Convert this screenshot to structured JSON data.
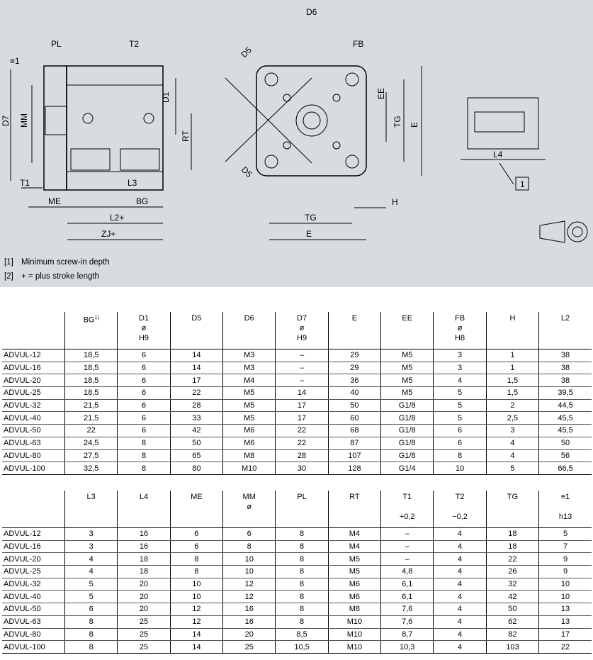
{
  "drawing_labels": {
    "side": [
      "PL",
      "T2",
      "≡1",
      "D1",
      "D7",
      "MM",
      "RT",
      "T1",
      "L3",
      "ME",
      "BG",
      "L2+",
      "ZJ+"
    ],
    "front": [
      "D6",
      "FB",
      "D5",
      "EE",
      "TG",
      "E",
      "D5",
      "H",
      "TG",
      "E"
    ],
    "detail": [
      "L4",
      "1"
    ]
  },
  "notes": [
    {
      "num": "[1]",
      "text": "Minimum screw-in depth"
    },
    {
      "num": "[2]",
      "text": "+ = plus stroke length"
    }
  ],
  "table1": {
    "headers": [
      {
        "name": "",
        "sub1": "",
        "sub2": ""
      },
      {
        "name": "BG",
        "sup": "1)",
        "sub1": "",
        "sub2": ""
      },
      {
        "name": "D1",
        "sub1": "ø",
        "sub2": "H9"
      },
      {
        "name": "D5",
        "sub1": "",
        "sub2": ""
      },
      {
        "name": "D6",
        "sub1": "",
        "sub2": ""
      },
      {
        "name": "D7",
        "sub1": "ø",
        "sub2": "H9"
      },
      {
        "name": "E",
        "sub1": "",
        "sub2": ""
      },
      {
        "name": "EE",
        "sub1": "",
        "sub2": ""
      },
      {
        "name": "FB",
        "sub1": "ø",
        "sub2": "H8"
      },
      {
        "name": "H",
        "sub1": "",
        "sub2": ""
      },
      {
        "name": "L2",
        "sub1": "",
        "sub2": ""
      }
    ],
    "rows": [
      [
        "ADVUL-12",
        "18,5",
        "6",
        "14",
        "M3",
        "–",
        "29",
        "M5",
        "3",
        "1",
        "38"
      ],
      [
        "ADVUL-16",
        "18,5",
        "6",
        "14",
        "M3",
        "–",
        "29",
        "M5",
        "3",
        "1",
        "38"
      ],
      [
        "ADVUL-20",
        "18,5",
        "6",
        "17",
        "M4",
        "–",
        "36",
        "M5",
        "4",
        "1,5",
        "38"
      ],
      [
        "ADVUL-25",
        "18,5",
        "6",
        "22",
        "M5",
        "14",
        "40",
        "M5",
        "5",
        "1,5",
        "39,5"
      ],
      [
        "ADVUL-32",
        "21,5",
        "6",
        "28",
        "M5",
        "17",
        "50",
        "G1/8",
        "5",
        "2",
        "44,5"
      ],
      [
        "ADVUL-40",
        "21,5",
        "6",
        "33",
        "M5",
        "17",
        "60",
        "G1/8",
        "5",
        "2,5",
        "45,5"
      ],
      [
        "ADVUL-50",
        "22",
        "6",
        "42",
        "M6",
        "22",
        "68",
        "G1/8",
        "6",
        "3",
        "45,5"
      ],
      [
        "ADVUL-63",
        "24,5",
        "8",
        "50",
        "M6",
        "22",
        "87",
        "G1/8",
        "6",
        "4",
        "50"
      ],
      [
        "ADVUL-80",
        "27,5",
        "8",
        "65",
        "M8",
        "28",
        "107",
        "G1/8",
        "8",
        "4",
        "56"
      ],
      [
        "ADVUL-100",
        "32,5",
        "8",
        "80",
        "M10",
        "30",
        "128",
        "G1/4",
        "10",
        "5",
        "66,5"
      ]
    ]
  },
  "table2": {
    "headers": [
      {
        "name": "",
        "sub1": "",
        "sub2": ""
      },
      {
        "name": "L3",
        "sub1": "",
        "sub2": ""
      },
      {
        "name": "L4",
        "sub1": "",
        "sub2": ""
      },
      {
        "name": "ME",
        "sub1": "",
        "sub2": ""
      },
      {
        "name": "MM",
        "sub1": "ø",
        "sub2": ""
      },
      {
        "name": "PL",
        "sub1": "",
        "sub2": ""
      },
      {
        "name": "RT",
        "sub1": "",
        "sub2": ""
      },
      {
        "name": "T1",
        "sub1": "",
        "sub2": "+0,2"
      },
      {
        "name": "T2",
        "sub1": "",
        "sub2": "−0,2"
      },
      {
        "name": "TG",
        "sub1": "",
        "sub2": ""
      },
      {
        "name": "≡1",
        "sub1": "",
        "sub2": "h13"
      }
    ],
    "rows": [
      [
        "ADVUL-12",
        "3",
        "16",
        "6",
        "6",
        "8",
        "M4",
        "–",
        "4",
        "18",
        "5"
      ],
      [
        "ADVUL-16",
        "3",
        "16",
        "6",
        "8",
        "8",
        "M4",
        "–",
        "4",
        "18",
        "7"
      ],
      [
        "ADVUL-20",
        "4",
        "18",
        "8",
        "10",
        "8",
        "M5",
        "–",
        "4",
        "22",
        "9"
      ],
      [
        "ADVUL-25",
        "4",
        "18",
        "8",
        "10",
        "8",
        "M5",
        "4,8",
        "4",
        "26",
        "9"
      ],
      [
        "ADVUL-32",
        "5",
        "20",
        "10",
        "12",
        "8",
        "M6",
        "6,1",
        "4",
        "32",
        "10"
      ],
      [
        "ADVUL-40",
        "5",
        "20",
        "10",
        "12",
        "8",
        "M6",
        "6,1",
        "4",
        "42",
        "10"
      ],
      [
        "ADVUL-50",
        "6",
        "20",
        "12",
        "16",
        "8",
        "M8",
        "7,6",
        "4",
        "50",
        "13"
      ],
      [
        "ADVUL-63",
        "8",
        "25",
        "12",
        "16",
        "8",
        "M10",
        "7,6",
        "4",
        "62",
        "13"
      ],
      [
        "ADVUL-80",
        "8",
        "25",
        "14",
        "20",
        "8,5",
        "M10",
        "8,7",
        "4",
        "82",
        "17"
      ],
      [
        "ADVUL-100",
        "8",
        "25",
        "14",
        "25",
        "10,5",
        "M10",
        "10,3",
        "4",
        "103",
        "22"
      ]
    ]
  }
}
